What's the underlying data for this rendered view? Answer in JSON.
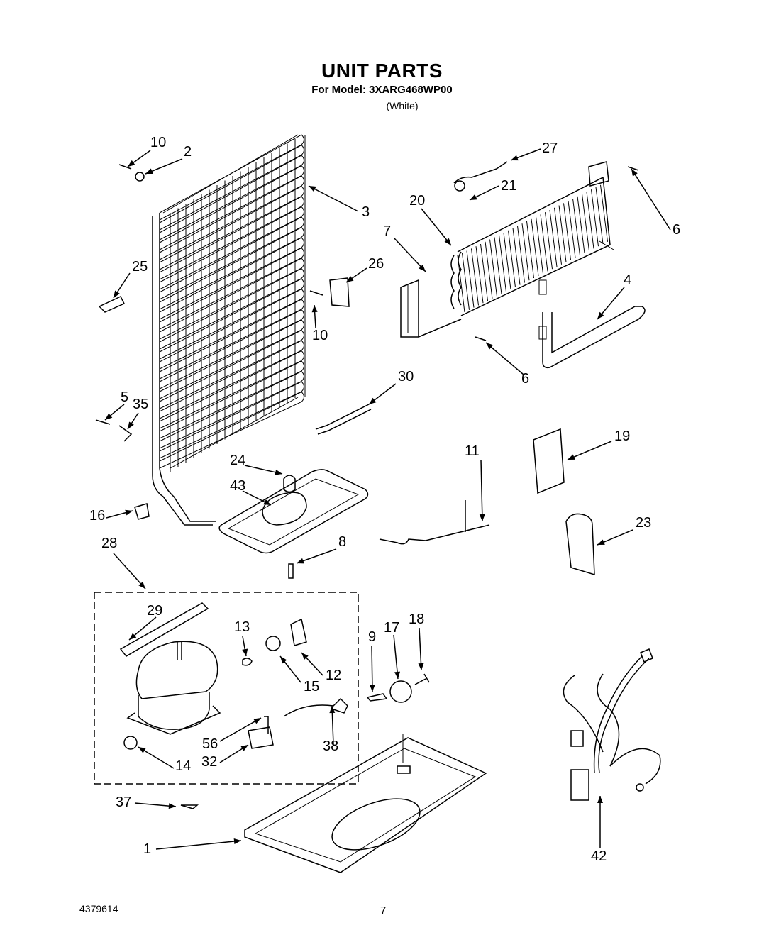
{
  "header": {
    "title": "UNIT PARTS",
    "model_line": "For Model: 3XARG468WP00",
    "color_line": "(White)"
  },
  "callouts": [
    "10",
    "2",
    "3",
    "25",
    "26",
    "10",
    "5",
    "35",
    "27",
    "21",
    "20",
    "7",
    "6",
    "4",
    "6",
    "30",
    "19",
    "11",
    "24",
    "43",
    "16",
    "23",
    "28",
    "8",
    "29",
    "13",
    "12",
    "15",
    "9",
    "17",
    "18",
    "56",
    "38",
    "14",
    "32",
    "37",
    "1",
    "42"
  ],
  "footer": {
    "doc_number": "4379614",
    "page_number": "7"
  }
}
